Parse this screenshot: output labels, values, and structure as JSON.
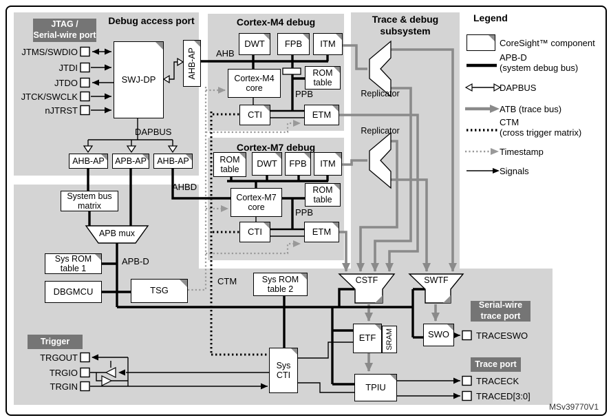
{
  "colors": {
    "panel": "#d4d4d4",
    "chip": "#757575",
    "atb": "#8a8a8a",
    "timestamp": "#999999"
  },
  "titles": {
    "dap": "Debug access port",
    "m4": "Cortex-M4 debug",
    "m7": "Cortex-M7 debug",
    "trace": "Trace & debug\nsubsystem",
    "legend": "Legend"
  },
  "chips": {
    "jtag": "JTAG /\nSerial-wire port",
    "trigger": "Trigger",
    "swtp": "Serial-wire\ntrace port",
    "tp": "Trace port"
  },
  "pins": {
    "jtag": [
      "JTMS/SWDIO",
      "JTDI",
      "JTDO",
      "JTCK/SWCLK",
      "nJTRST"
    ],
    "trigger": [
      "TRGOUT",
      "TRGIO",
      "TRGIN"
    ],
    "trace": [
      "TRACESWO",
      "TRACECK",
      "TRACED[3:0]"
    ]
  },
  "blocks": {
    "swj_dp": "SWJ-DP",
    "ahb_ap_top": "AHB-AP",
    "ahb_ap_1": "AHB-AP",
    "apb_ap": "APB-AP",
    "ahb_ap_2": "AHB-AP",
    "sys_bus_matrix": "System bus\nmatrix",
    "apb_mux": "APB mux",
    "sys_rom_1": "Sys ROM\ntable 1",
    "dbgmcu": "DBGMCU",
    "tsg": "TSG",
    "m4_dwt": "DWT",
    "m4_fpb": "FPB",
    "m4_itm": "ITM",
    "m4_rom": "ROM\ntable",
    "m4_core": "Cortex-M4\ncore",
    "m4_cti": "CTI",
    "m4_etm": "ETM",
    "m7_rom_l": "ROM\ntable",
    "m7_dwt": "DWT",
    "m7_fpb": "FPB",
    "m7_itm": "ITM",
    "m7_core": "Cortex-M7\ncore",
    "m7_rom_r": "ROM\ntable",
    "m7_cti": "CTI",
    "m7_etm": "ETM",
    "replicator_1": "Replicator",
    "replicator_2": "Replicator",
    "cstf": "CSTF",
    "swtf": "SWTF",
    "etf": "ETF",
    "sram": "SRAM",
    "swo": "SWO",
    "tpiu": "TPIU",
    "sys_rom_2": "Sys ROM\ntable 2",
    "sys_cti": "Sys\nCTI"
  },
  "bus_labels": {
    "ahb": "AHB",
    "dapbus": "DAPBUS",
    "ahbd": "AHBD",
    "apb_d": "APB-D",
    "ppb_m4": "PPB",
    "ppb_m7": "PPB",
    "ctm": "CTM"
  },
  "legend": {
    "coresight": "CoreSight™ component",
    "apb_d": "APB-D\n(system debug bus)",
    "dapbus": "DAPBUS",
    "atb": "ATB (trace bus)",
    "ctm": "CTM\n(cross trigger matrix)",
    "timestamp": "Timestamp",
    "signals": "Signals"
  },
  "ref": "MSv39770V1"
}
